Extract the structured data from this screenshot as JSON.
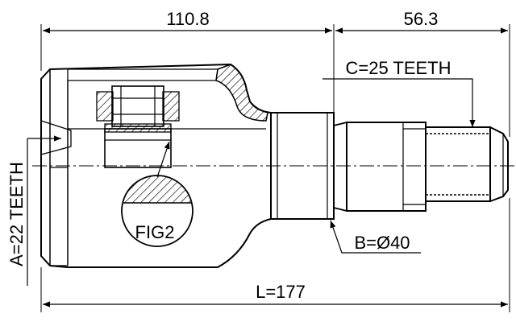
{
  "dimensions": {
    "top_left": "110.8",
    "top_right": "56.3",
    "total": "L=177"
  },
  "callouts": {
    "c_teeth": "C=25 TEETH",
    "b_diameter": "B=Ø40",
    "a_teeth": "A=22 TEETH"
  },
  "detail_label": "FIG2"
}
